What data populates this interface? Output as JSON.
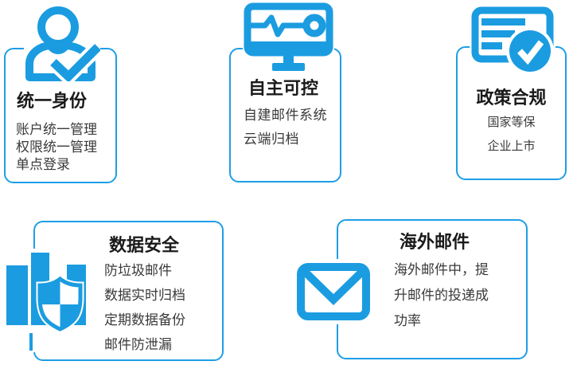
{
  "colors": {
    "accent": "#1b9ce0",
    "card_border": "#1e9ee6",
    "title_text": "#1a1a1a",
    "body_text": "#3a3a3a"
  },
  "cards": [
    {
      "id": "unified-identity",
      "icon": "person-check-icon",
      "title": "统一身份",
      "lines": [
        "账户统一管理",
        "权限统一管理",
        "单点登录"
      ]
    },
    {
      "id": "self-control",
      "icon": "monitor-pulse-icon",
      "title": "自主可控",
      "lines": [
        "自建邮件系统",
        "云端归档"
      ]
    },
    {
      "id": "policy-compliance",
      "icon": "document-check-icon",
      "title": "政策合规",
      "lines": [
        "国家等保",
        "企业上市"
      ]
    },
    {
      "id": "data-security",
      "icon": "barchart-shield-icon",
      "title": "数据安全",
      "lines": [
        "防垃圾邮件",
        "数据实时归档",
        "定期数据备份",
        "邮件防泄漏"
      ]
    },
    {
      "id": "overseas-mail",
      "icon": "envelope-icon",
      "title": "海外邮件",
      "lines": [
        "海外邮件中，提",
        "升邮件的投递成",
        "功率"
      ]
    }
  ]
}
